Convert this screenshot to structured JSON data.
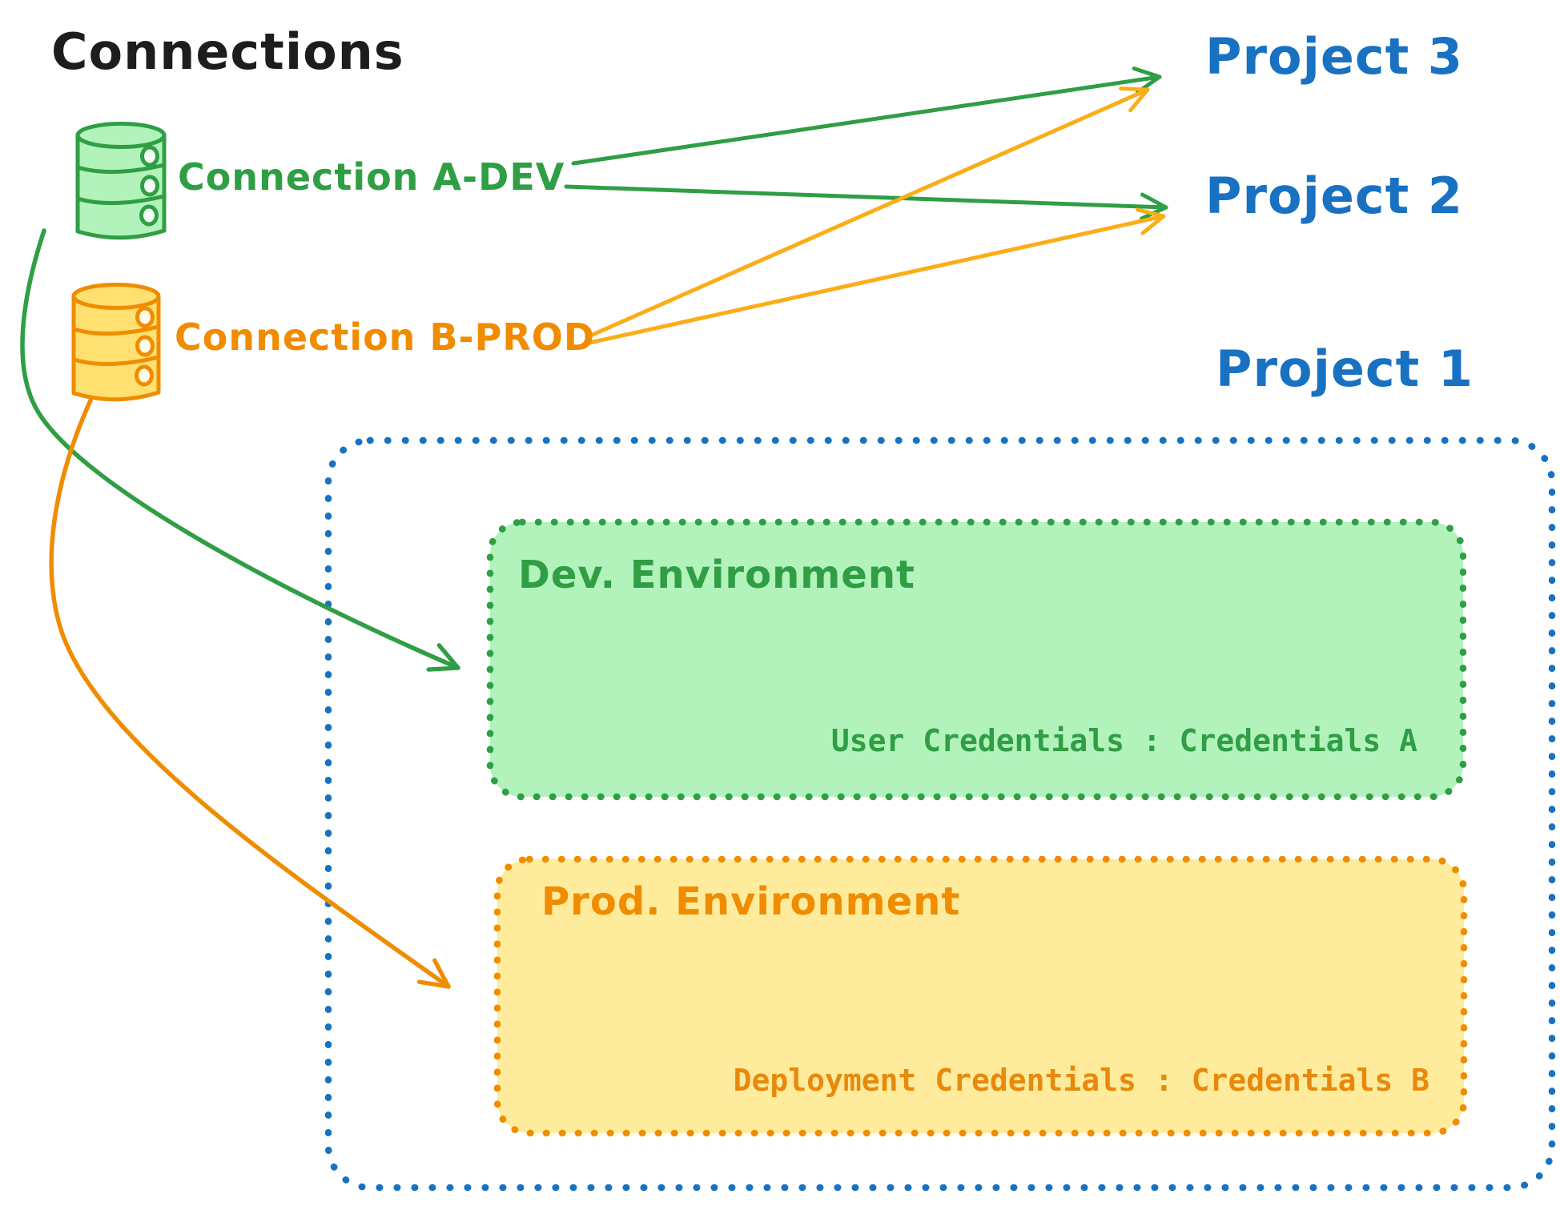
{
  "title": "Connections",
  "palette": {
    "heading_black": "#1d1d1d",
    "green_stroke": "#2f9e44",
    "green_fill": "#b2f2bb",
    "orange_stroke": "#f08c00",
    "amber_arrow": "#fbad18",
    "yellow_box_fill": "#ffeb9c",
    "yellow_db_fill": "#ffe070",
    "blue": "#1971c2",
    "cred_orange_text": "#e8890c"
  },
  "connections": [
    {
      "id": "a-dev",
      "label": "Connection A-DEV",
      "color": "#2f9e44",
      "targets": [
        "Project 3",
        "Project 2",
        "Dev. Environment"
      ]
    },
    {
      "id": "b-prod",
      "label": "Connection B-PROD",
      "color": "#f08c00",
      "targets": [
        "Project 3",
        "Project 2",
        "Prod. Environment"
      ]
    }
  ],
  "projects": {
    "p3": {
      "label": "Project 3"
    },
    "p2": {
      "label": "Project 2"
    },
    "p1": {
      "label": "Project 1"
    }
  },
  "environments": {
    "dev": {
      "title": "Dev. Environment",
      "credentials": "User Credentials : Credentials A"
    },
    "prod": {
      "title": "Prod. Environment",
      "credentials": "Deployment Credentials : Credentials B"
    }
  }
}
